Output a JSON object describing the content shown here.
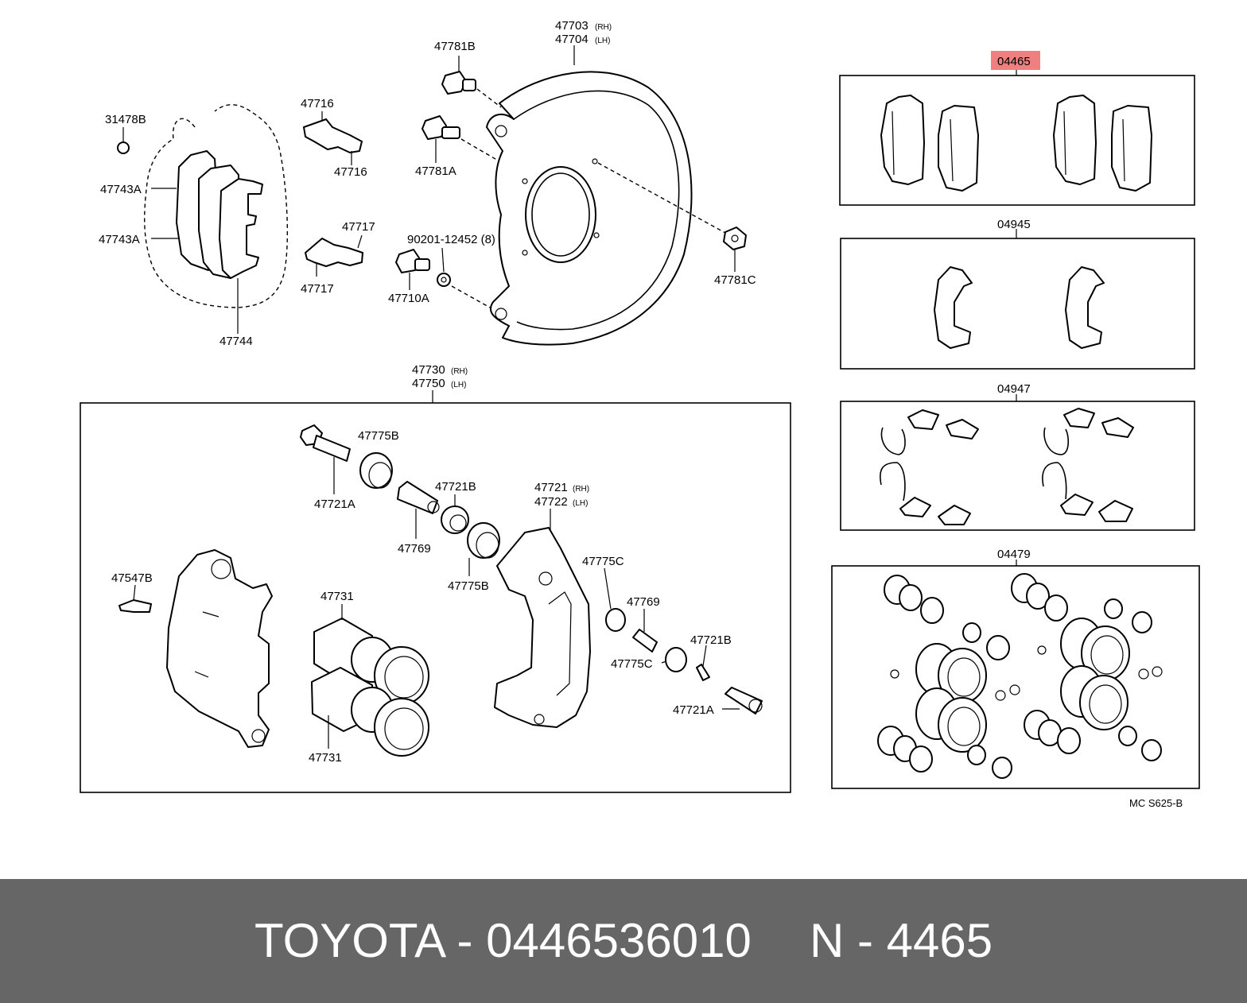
{
  "diagram": {
    "labels": {
      "l31478B": "31478B",
      "l47743A_1": "47743A",
      "l47743A_2": "47743A",
      "l47744": "47744",
      "l47716_1": "47716",
      "l47716_2": "47716",
      "l47717_1": "47717",
      "l47717_2": "47717",
      "l47781B": "47781B",
      "l47781A": "47781A",
      "l90201": "90201-12452 (8)",
      "l47710A": "47710A",
      "l47703": "47703",
      "l47704": "47704",
      "l47781C": "47781C",
      "l47730": "47730",
      "l47750": "47750",
      "l47775B_1": "47775B",
      "l47721A_1": "47721A",
      "l47721B_1": "47721B",
      "l47769_1": "47769",
      "l47775B_2": "47775B",
      "l47721": "47721",
      "l47722": "47722",
      "l47547B": "47547B",
      "l47731_1": "47731",
      "l47731_2": "47731",
      "l47775C_1": "47775C",
      "l47769_2": "47769",
      "l47721B_2": "47721B",
      "l47775C_2": "47775C",
      "l47721A_2": "47721A",
      "l04465": "04465",
      "l04945": "04945",
      "l04947": "04947",
      "l04479": "04479",
      "ref": "MC S625-B"
    },
    "sub": {
      "rh": "(RH)",
      "lh": "(LH)"
    },
    "highlight_color": "#f08080"
  },
  "footer": {
    "brand_part": "TOYOTA - 0446536010",
    "ref_part": "N - 4465",
    "background": "#666666"
  }
}
